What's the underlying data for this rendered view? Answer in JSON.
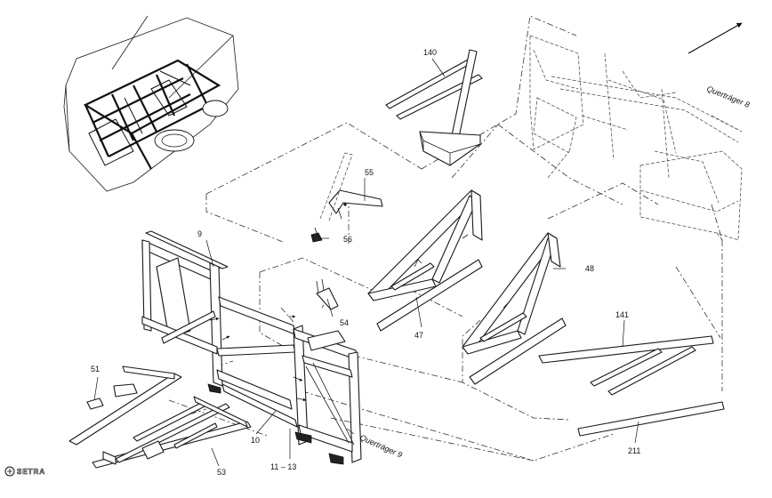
{
  "labels": {
    "p9": "9",
    "p10": "10",
    "p11_13": "11 – 13",
    "p47": "47",
    "p48": "48",
    "p51": "51",
    "p53": "53",
    "p54": "54",
    "p55": "55",
    "p56": "56",
    "p140": "140",
    "p141": "141",
    "p211": "211",
    "quertraeger8": "Querträger 8",
    "quertraeger9": "Querträger 9"
  },
  "logo": {
    "brand": "SETRA"
  },
  "icons": {
    "direction_arrow": "arrow-up-right-icon",
    "logo": "setra-logo-icon"
  },
  "colors": {
    "line": "#1a1a1a",
    "background": "#ffffff"
  }
}
